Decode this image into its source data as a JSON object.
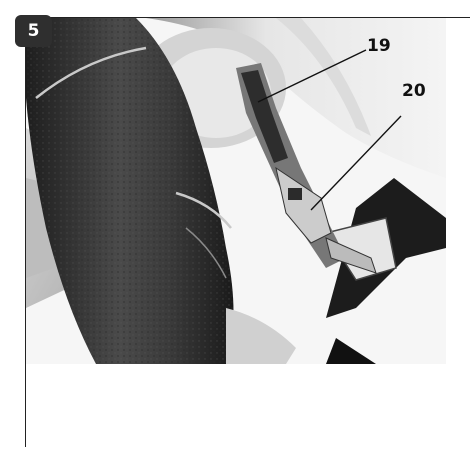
{
  "figure": {
    "number": "5",
    "callouts": [
      {
        "label": "19"
      },
      {
        "label": "20"
      }
    ]
  },
  "colors": {
    "badge": "#2f2f2f",
    "rule": "#222222",
    "handle": "#3a3a3a",
    "housing": "#cfcfcf"
  }
}
